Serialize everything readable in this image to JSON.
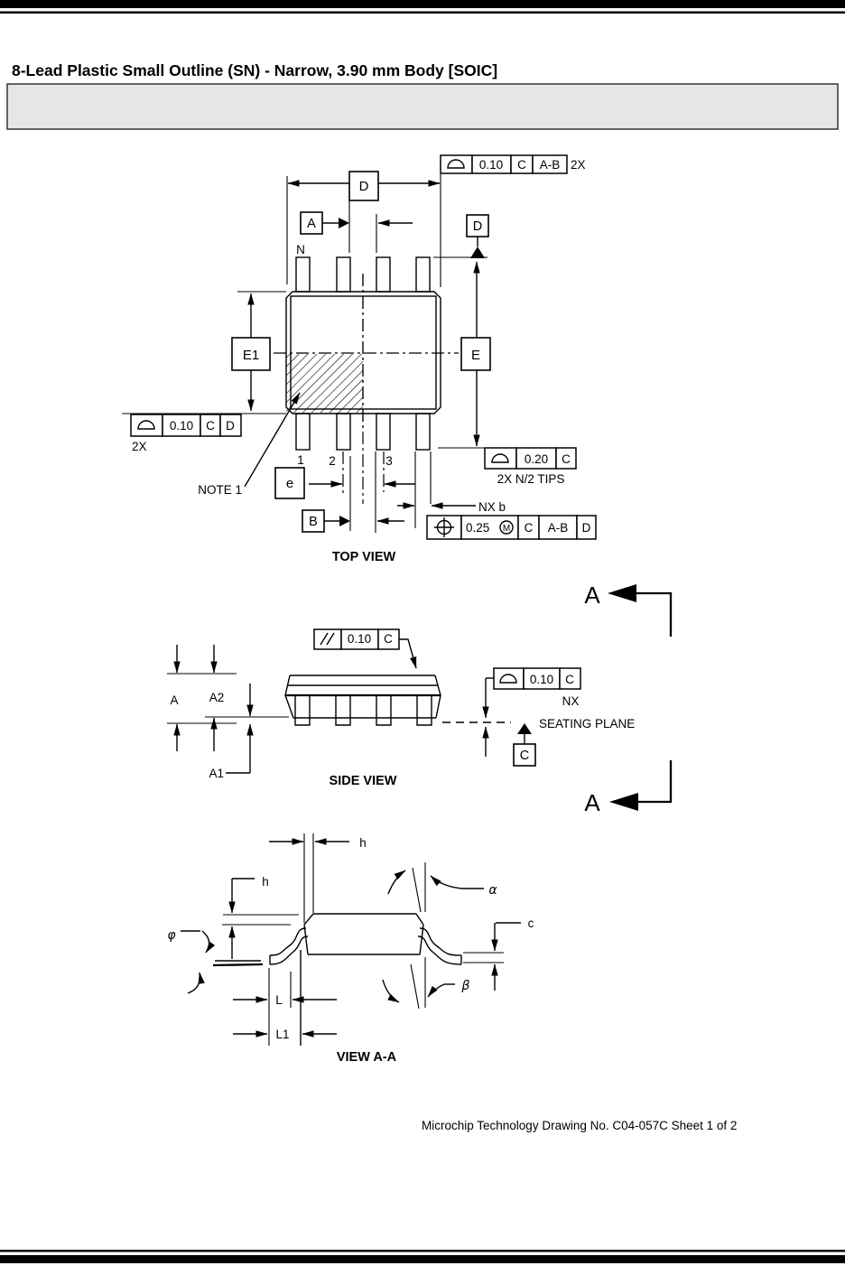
{
  "title": "8-Lead Plastic Small Outline (SN) - Narrow, 3.90 mm Body [SOIC]",
  "footer": "Microchip Technology Drawing No. C04-057C Sheet 1 of 2",
  "views": {
    "top": "TOP VIEW",
    "side": "SIDE VIEW",
    "section": "VIEW A-A"
  },
  "dims": {
    "D": "D",
    "E": "E",
    "E1": "E1",
    "e": "e",
    "b": "NX b",
    "N": "N",
    "A": "A",
    "A1": "A1",
    "A2": "A2",
    "h": "h",
    "c": "c",
    "L": "L",
    "L1": "L1",
    "phi": "φ",
    "alpha": "α",
    "beta": "β"
  },
  "datums": {
    "A": "A",
    "B": "B",
    "C": "C",
    "D": "D"
  },
  "pins": {
    "p1": "1",
    "p2": "2",
    "p3": "3"
  },
  "notes": {
    "note1": "NOTE 1",
    "seating_plane": "SEATING PLANE",
    "nx": "NX",
    "tips": "2X N/2 TIPS",
    "section": "A"
  },
  "fcf": {
    "top_profile": {
      "tol": "0.10",
      "ref1": "C",
      "ref2": "A-B",
      "qty": "2X"
    },
    "left_profile": {
      "tol": "0.10",
      "ref1": "C",
      "ref2": "D",
      "qty": "2X"
    },
    "tips_profile": {
      "tol": "0.20",
      "ref1": "C"
    },
    "position": {
      "tol": "0.25",
      "mod": "M",
      "ref1": "C",
      "ref2": "A-B",
      "ref3": "D"
    },
    "parallelism": {
      "tol": "0.10",
      "ref1": "C"
    },
    "seat_profile": {
      "tol": "0.10",
      "ref1": "C"
    }
  },
  "colors": {
    "ink": "#000000",
    "note_box_fill": "#e6e6e6",
    "paper": "#ffffff"
  }
}
